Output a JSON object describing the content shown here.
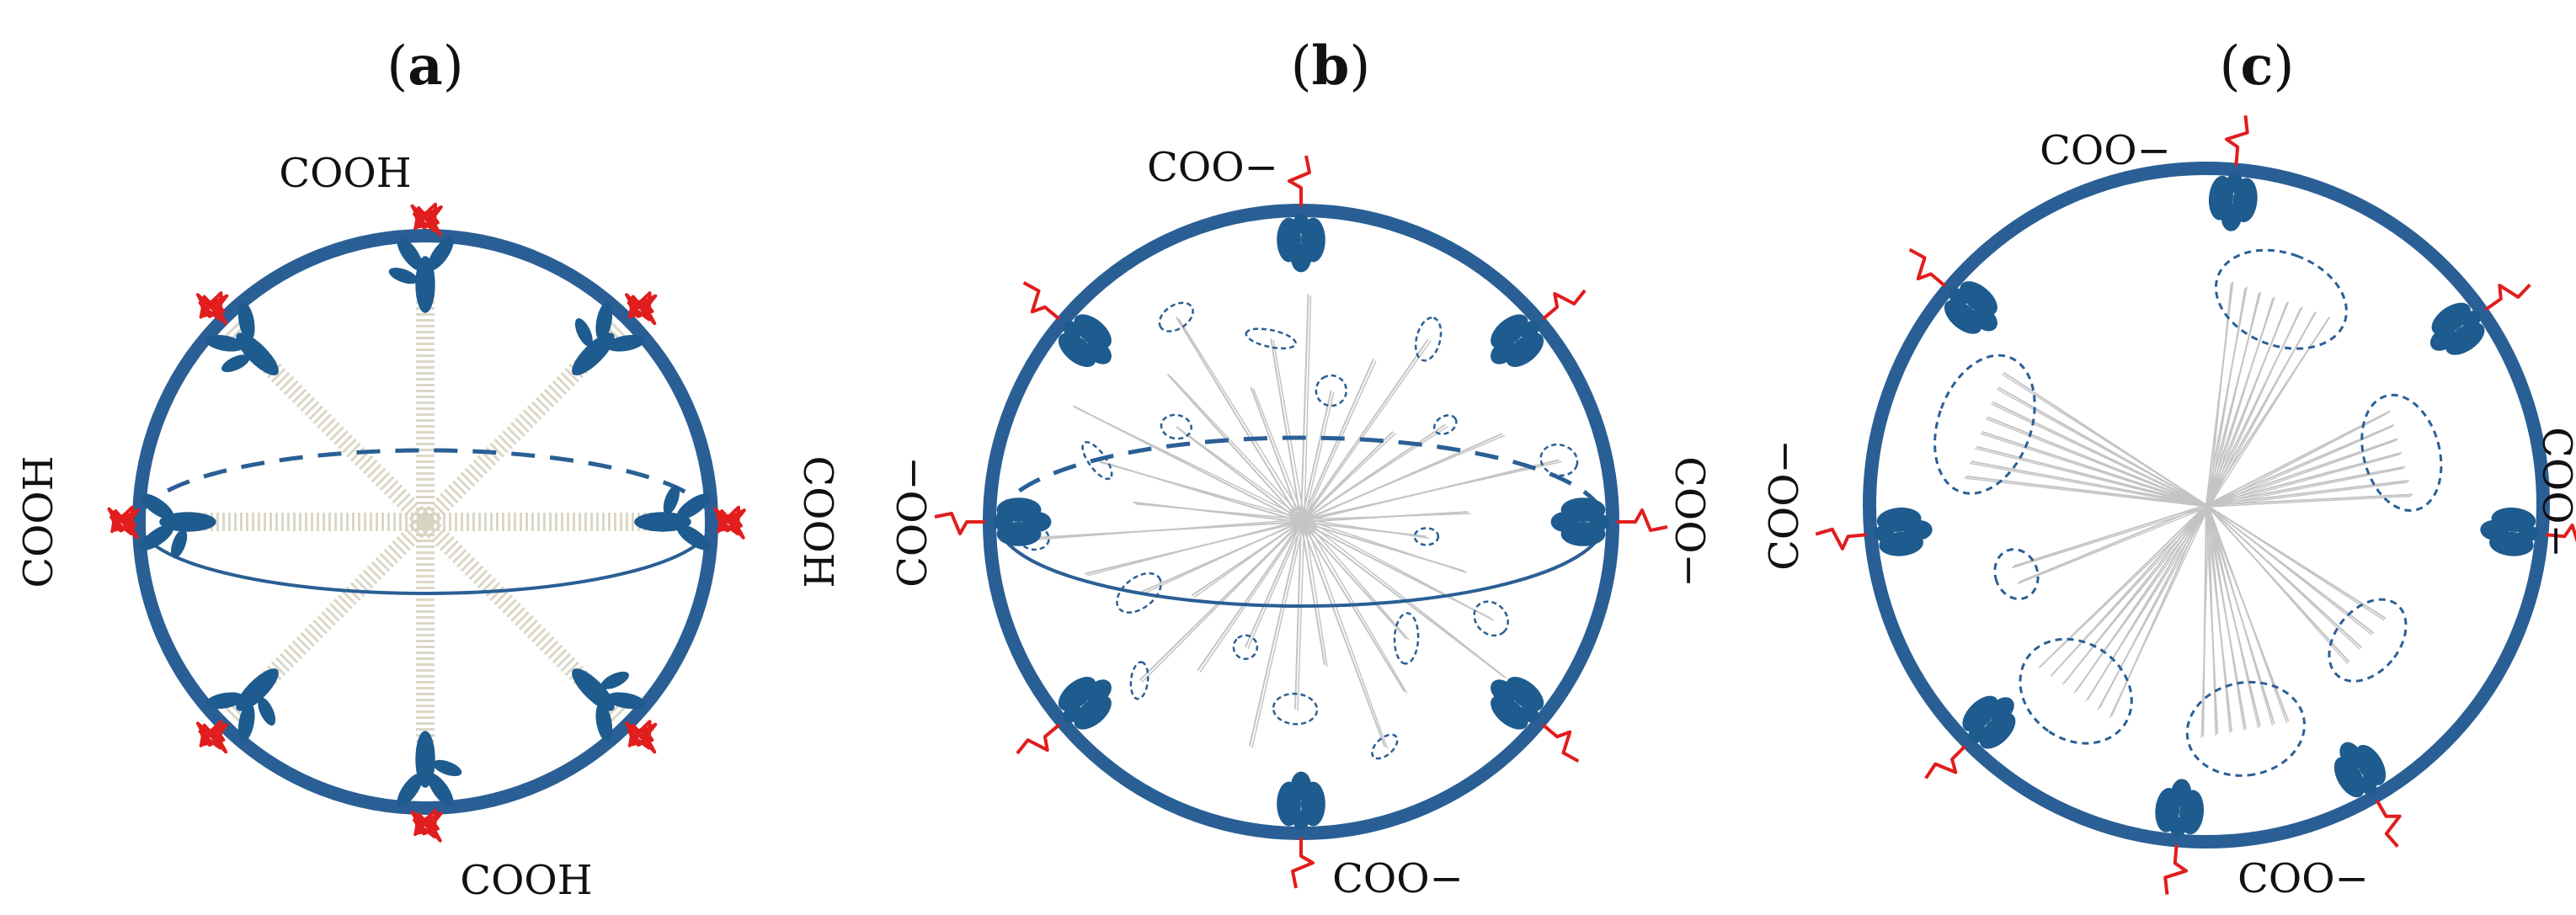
{
  "panels": [
    {
      "id": "a",
      "label": "(a)",
      "label_bold": "a",
      "groups": {
        "top": "COOH",
        "bottom": "COOH",
        "left": "COOH",
        "right": "COOH"
      }
    },
    {
      "id": "b",
      "label": "(b)",
      "label_bold": "b",
      "groups": {
        "top": "COO−",
        "bottom": "COO−",
        "left": "COO−",
        "right": "COO−"
      }
    },
    {
      "id": "c",
      "label": "(c)",
      "label_bold": "c",
      "groups": {
        "top": "COO−",
        "bottom": "COO−",
        "left": "COO−",
        "right": "COO−"
      }
    }
  ],
  "colors": {
    "sphere": "#2a5f95",
    "protein": "#1e5b8e",
    "coil": "#e11d1d",
    "chains_a": "#d8d3c0",
    "chains_bc": "#c4c4c4",
    "cluster_outline": "#2a5f95"
  }
}
